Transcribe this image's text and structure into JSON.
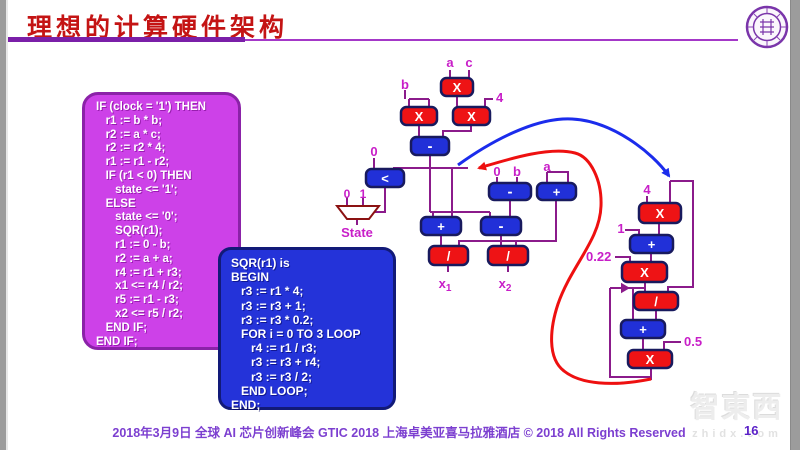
{
  "slide": {
    "title": "理想的计算硬件架构",
    "footer": "2018年3月9日 全球 AI 芯片创新峰会 GTIC 2018 上海卓美亚喜马拉雅酒店 © 2018 All Rights Reserved",
    "page_number": "16"
  },
  "watermark": {
    "name": "智東西",
    "domain": "zhidx.com"
  },
  "code_blocks": {
    "main_process": {
      "lines": [
        "IF (clock = '1') THEN",
        "   r1 := b * b;",
        "   r2 := a * c;",
        "   r2 := r2 * 4;",
        "   r1 := r1 - r2;",
        "   IF (r1 < 0) THEN",
        "      state <= '1';",
        "   ELSE",
        "      state <= '0';",
        "      SQR(r1);",
        "      r1 := 0 - b;",
        "      r2 := a + a;",
        "      r4 := r1 + r3;",
        "      x1 <= r4 / r2;",
        "      r5 := r1 - r3;",
        "      x2 <= r5 / r2;",
        "   END IF;",
        "END IF;"
      ]
    },
    "sqr_function": {
      "lines": [
        "SQR(r1) is",
        "BEGIN",
        "   r3 := r1 * 4;",
        "   r3 := r3 + 1;",
        "   r3 := r3 * 0.2;",
        "   FOR i = 0 TO 3 LOOP",
        "      r4 := r1 / r3;",
        "      r3 := r3 + r4;",
        "      r3 := r3 / 2;",
        "   END LOOP;",
        "END;"
      ]
    }
  },
  "diagram": {
    "symbols": {
      "multiply": "X",
      "add": "+",
      "subtract": "-",
      "divide": "/",
      "less_than": "<"
    },
    "nodes": [
      {
        "id": "mult-a-c",
        "op": "multiply"
      },
      {
        "id": "mult-b-b",
        "op": "multiply"
      },
      {
        "id": "mult-by-4",
        "op": "multiply"
      },
      {
        "id": "sub-discriminant",
        "op": "subtract"
      },
      {
        "id": "less-than-zero",
        "op": "less_than"
      },
      {
        "id": "sub-zero-b",
        "op": "subtract"
      },
      {
        "id": "add-a-a",
        "op": "add"
      },
      {
        "id": "add-r1-r3",
        "op": "add"
      },
      {
        "id": "sub-r1-r3",
        "op": "subtract"
      },
      {
        "id": "div-x1",
        "op": "divide"
      },
      {
        "id": "div-x2",
        "op": "divide"
      },
      {
        "id": "sqr-mult-4",
        "op": "multiply"
      },
      {
        "id": "sqr-add-1",
        "op": "add"
      },
      {
        "id": "sqr-mult-022",
        "op": "multiply"
      },
      {
        "id": "sqr-div",
        "op": "divide"
      },
      {
        "id": "sqr-add",
        "op": "add"
      },
      {
        "id": "sqr-mult-05",
        "op": "multiply"
      }
    ],
    "labels": [
      {
        "id": "input-a",
        "text": "a"
      },
      {
        "id": "input-c",
        "text": "c"
      },
      {
        "id": "input-b",
        "text": "b"
      },
      {
        "id": "const-4",
        "text": "4"
      },
      {
        "id": "const-0-cmp",
        "text": "0"
      },
      {
        "id": "mux-in-0",
        "text": "0"
      },
      {
        "id": "mux-in-1",
        "text": "1"
      },
      {
        "id": "state-output",
        "text": "State"
      },
      {
        "id": "const-0-sub",
        "text": "0"
      },
      {
        "id": "input-b2",
        "text": "b"
      },
      {
        "id": "input-a2",
        "text": "a"
      },
      {
        "id": "output-x1",
        "text": "x",
        "sub": "1"
      },
      {
        "id": "output-x2",
        "text": "x",
        "sub": "2"
      },
      {
        "id": "sqr-const-4",
        "text": "4"
      },
      {
        "id": "sqr-const-1",
        "text": "1"
      },
      {
        "id": "sqr-const-022",
        "text": "0.22"
      },
      {
        "id": "sqr-const-05",
        "text": "0.5"
      }
    ]
  },
  "colors": {
    "wire": "#8b1b8b",
    "label": "#c81ec8",
    "node_red": "#ee1315",
    "node_blue": "#2130d8",
    "node_border": "#181a5e",
    "blue_curve": "#1b2cec",
    "red_curve": "#ee1010",
    "mux_fill": "#ffffff",
    "mux_stroke": "#8b1212"
  }
}
